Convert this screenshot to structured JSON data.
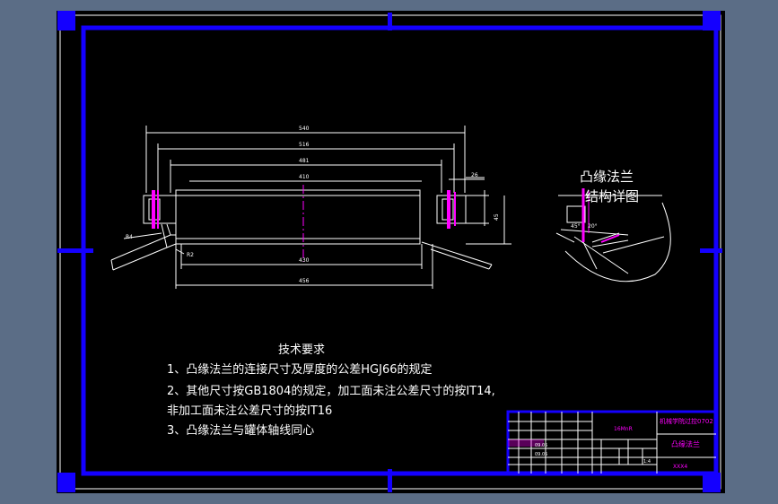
{
  "drawing": {
    "dimensions": {
      "d540": "540",
      "d516": "516",
      "d481": "481",
      "d410": "410",
      "d430": "430",
      "d456": "456",
      "d26": "26",
      "d45": "45",
      "r4": "R4",
      "r2": "R2"
    },
    "detail": {
      "title_line1": "凸缘法兰",
      "title_line2": "结构详图",
      "angle1": "45°",
      "angle2": "20°"
    }
  },
  "notes": {
    "heading": "技术要求",
    "line1": "1、凸缘法兰的连接尺寸及厚度的公差HGJ66的规定",
    "line2": "2、其他尺寸按GB1804的规定，加工面未注公差尺寸的按IT14,",
    "line3": "非加工面未注公差尺寸的按IT16",
    "line4": "3、凸缘法兰与罐体轴线同心"
  },
  "title_block": {
    "material": "16MnR",
    "school": "机械学院过控0702",
    "part_name": "凸缘法兰",
    "drawing_no": "XXX4",
    "date1": "09.05",
    "date2": "09.05",
    "scale": "1:4"
  },
  "colors": {
    "frame": "#1400ff",
    "background": "#000000",
    "centerline": "#ff00ff",
    "hatch": "#ff00ff",
    "title_text": "#ff00ff",
    "outline": "#ffffff"
  }
}
